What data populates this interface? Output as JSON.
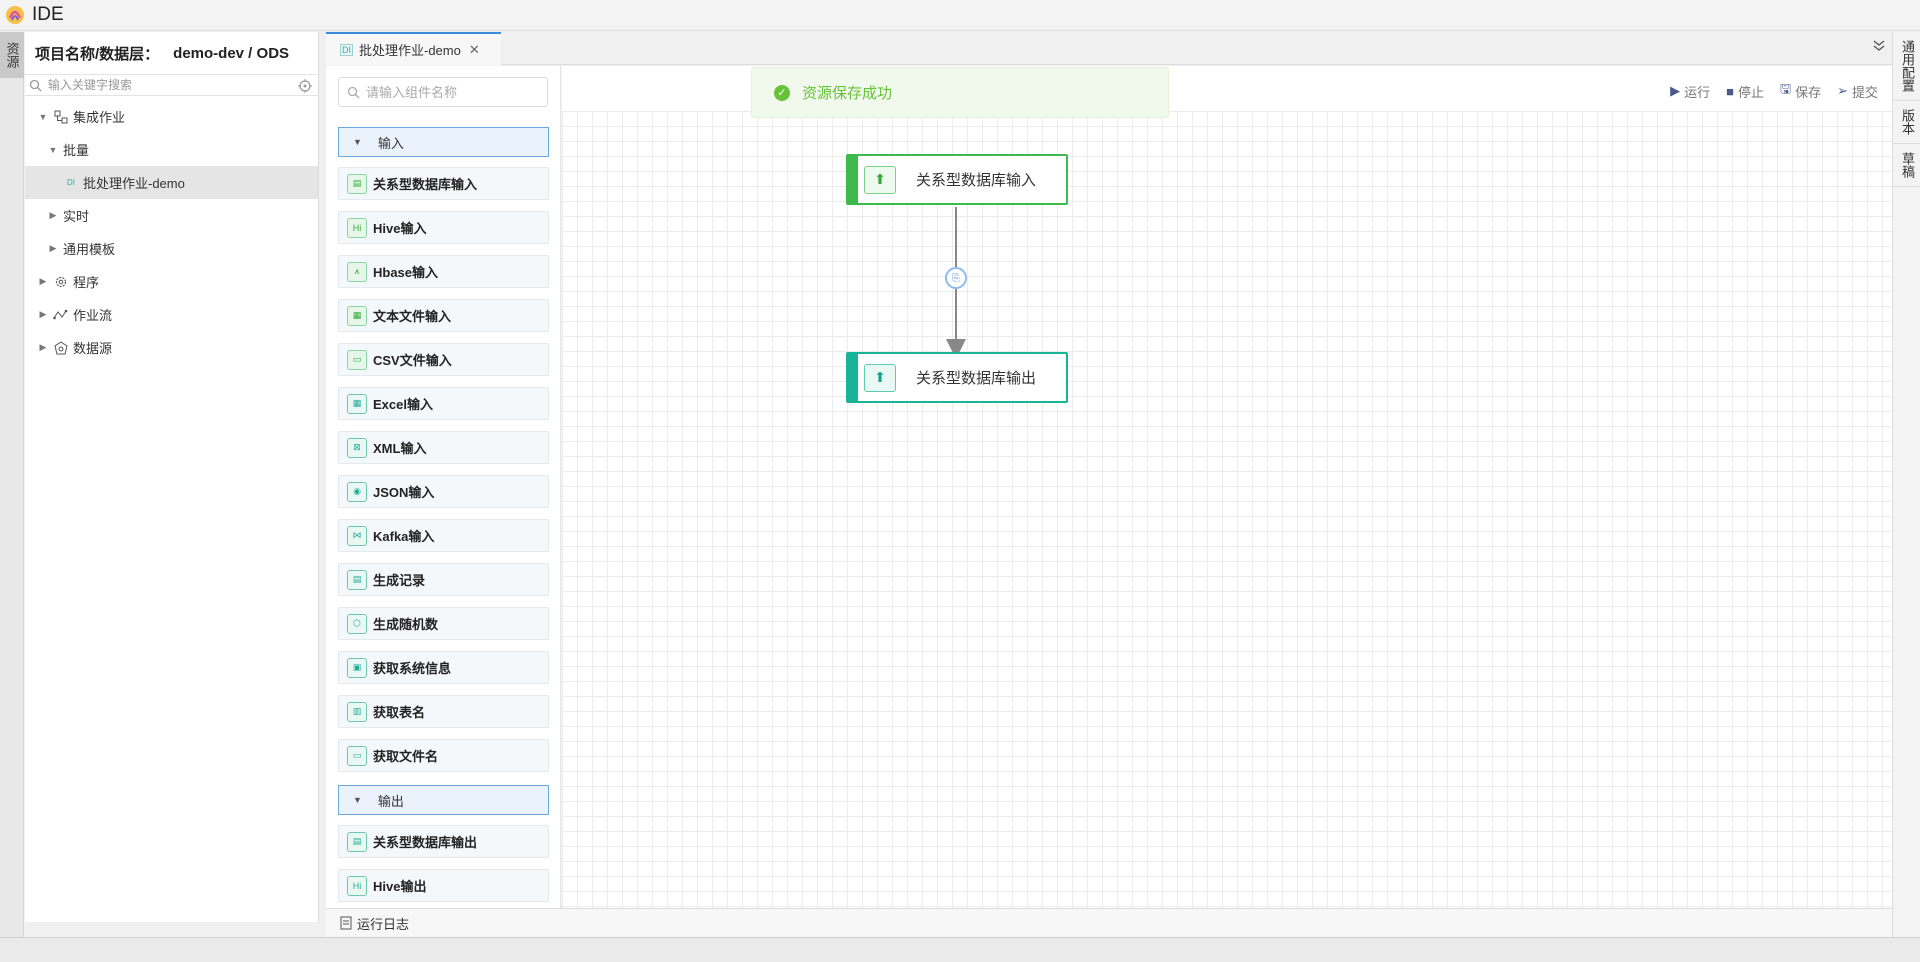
{
  "app": {
    "title": "IDE"
  },
  "left_strip": {
    "tab_label": "资源"
  },
  "resource": {
    "project_label": "项目名称/数据层：",
    "project_value": "demo-dev / ODS",
    "search_placeholder": "输入关键字搜索",
    "tree": {
      "integration": "集成作业",
      "batch": "批量",
      "batch_job": "批处理作业-demo",
      "realtime": "实时",
      "template": "通用模板",
      "program": "程序",
      "workflow": "作业流",
      "datasource": "数据源"
    }
  },
  "tabs": [
    {
      "badge": "DI",
      "label": "批处理作业-demo"
    }
  ],
  "right_strip": {
    "items": [
      "通用配置",
      "版本",
      "草稿"
    ]
  },
  "palette": {
    "search_placeholder": "请输入组件名称",
    "group_input": "输入",
    "group_output": "输出",
    "input_items": [
      {
        "icon": "database-icon",
        "label": "关系型数据库输入"
      },
      {
        "icon": "hive-icon",
        "badge": "Hi",
        "label": "Hive输入"
      },
      {
        "icon": "hbase-icon",
        "label": "Hbase输入"
      },
      {
        "icon": "text-file-icon",
        "label": "文本文件输入"
      },
      {
        "icon": "csv-icon",
        "label": "CSV文件输入"
      },
      {
        "icon": "excel-icon",
        "label": "Excel输入"
      },
      {
        "icon": "xml-icon",
        "label": "XML输入"
      },
      {
        "icon": "json-icon",
        "label": "JSON输入"
      },
      {
        "icon": "kafka-icon",
        "label": "Kafka输入"
      },
      {
        "icon": "record-icon",
        "label": "生成记录"
      },
      {
        "icon": "random-icon",
        "label": "生成随机数"
      },
      {
        "icon": "system-info-icon",
        "label": "获取系统信息"
      },
      {
        "icon": "table-name-icon",
        "label": "获取表名"
      },
      {
        "icon": "file-name-icon",
        "label": "获取文件名"
      }
    ],
    "output_items": [
      {
        "icon": "database-icon",
        "label": "关系型数据库输出"
      },
      {
        "icon": "hive-icon",
        "badge": "Hi",
        "label": "Hive输出"
      }
    ]
  },
  "toolbar": {
    "run": "运行",
    "stop": "停止",
    "save": "保存",
    "submit": "提交"
  },
  "toast": {
    "message": "资源保存成功"
  },
  "canvas": {
    "nodes": [
      {
        "label": "关系型数据库输入"
      },
      {
        "label": "关系型数据库输出"
      }
    ]
  },
  "log": {
    "label": "运行日志"
  },
  "colors": {
    "accent": "#3c8bd9",
    "node_input": "#3dba4e",
    "node_output": "#19b497",
    "success": "#67c23a"
  }
}
